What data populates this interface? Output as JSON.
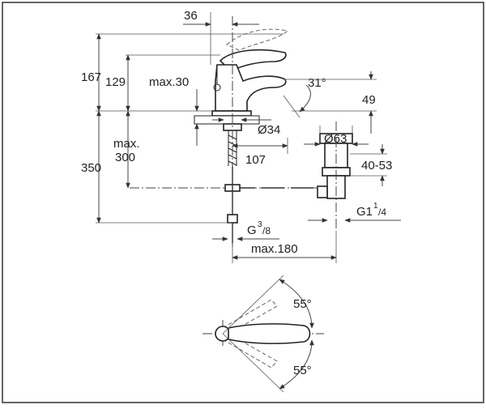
{
  "dimensions": {
    "spout_offset": "36",
    "height_167": "167",
    "height_129": "129",
    "max_30": "max.30",
    "angle_31": "31°",
    "dim_49": "49",
    "dia_34": "Ø34",
    "dia_63": "Ø63",
    "max_label": "max.",
    "max_300": "300",
    "dim_350": "350",
    "dim_107": "107",
    "range_40_53": "40-53",
    "g1_main": "G1",
    "g1_num": "1",
    "g1_den": "/4",
    "g38_main": "G",
    "g38_num": "3",
    "g38_den": "/8",
    "max_180": "max.180",
    "angle_55_top": "55°",
    "angle_55_bottom": "55°"
  }
}
